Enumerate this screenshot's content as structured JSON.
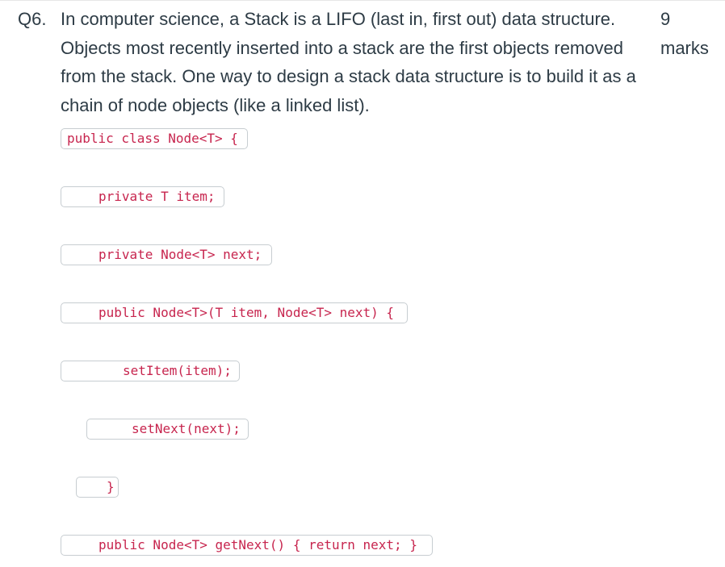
{
  "question": {
    "number": "Q6.",
    "text": "In computer science, a Stack is a LIFO (last in, first out) data structure. Objects most recently inserted into a stack are the first objects removed from the stack. One way to design a stack data structure is to build it as a chain of node objects (like a linked list).",
    "marks_value": "9",
    "marks_label": "marks"
  },
  "code_lines": [
    "public class Node<T> {",
    "private T item;",
    "private Node<T> next;",
    "public Node<T>(T item, Node<T> next) {",
    "setItem(item);",
    "setNext(next);",
    "}",
    "public Node<T> getNext() { return next; }"
  ],
  "colors": {
    "body_text": "#2d3b45",
    "code_text": "#c7254e",
    "code_border": "#c7cdd1"
  }
}
